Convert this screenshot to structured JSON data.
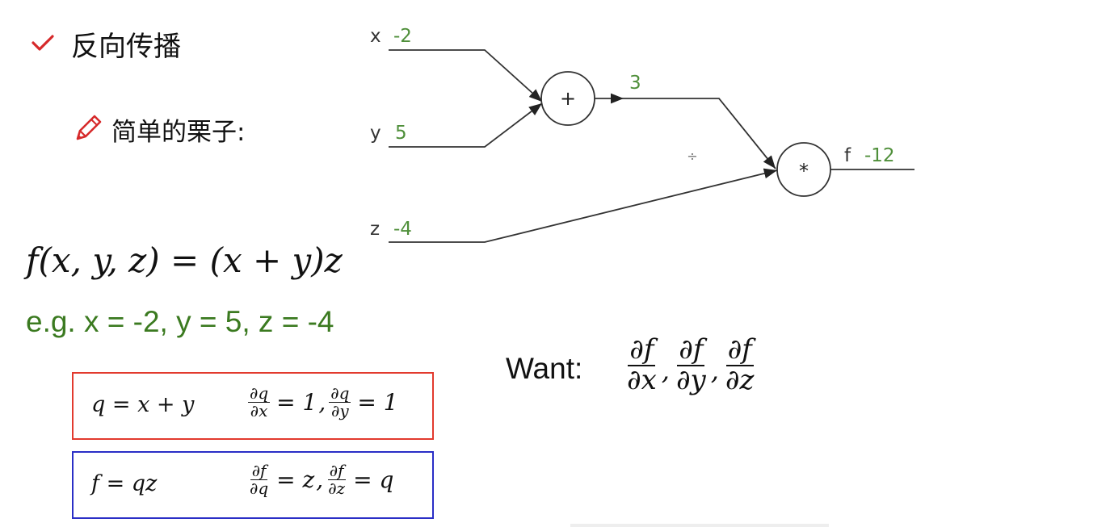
{
  "heading": {
    "text": "反向传播"
  },
  "subheading": {
    "text": "简单的栗子:"
  },
  "graph": {
    "inputs": [
      {
        "name": "x",
        "value": "-2"
      },
      {
        "name": "y",
        "value": "5"
      },
      {
        "name": "z",
        "value": "-4"
      }
    ],
    "add_node": {
      "symbol": "+",
      "value": "3"
    },
    "mul_node": {
      "symbol": "*"
    },
    "output": {
      "name": "f",
      "value": "-12"
    },
    "cursor_symbol": "÷"
  },
  "formula": {
    "text": "f(x, y, z) = (x + y)z"
  },
  "example": {
    "text": "e.g. x = -2, y = 5, z = -4"
  },
  "want": {
    "label": "Want:",
    "items": [
      {
        "num": "∂f",
        "den": "∂x"
      },
      {
        "num": "∂f",
        "den": "∂y"
      },
      {
        "num": "∂f",
        "den": "∂z"
      }
    ],
    "separator": ","
  },
  "box_add": {
    "lhs": "q = x + y",
    "derivs": [
      {
        "num": "∂q",
        "den": "∂x",
        "rhs": "= 1"
      },
      {
        "num": "∂q",
        "den": "∂y",
        "rhs": "= 1"
      }
    ],
    "separator": ","
  },
  "box_mul": {
    "lhs": "f = qz",
    "derivs": [
      {
        "num": "∂f",
        "den": "∂q",
        "rhs": "= z"
      },
      {
        "num": "∂f",
        "den": "∂z",
        "rhs": "= q"
      }
    ],
    "separator": ","
  },
  "colors": {
    "green": "#3b7a20",
    "value_green": "#4f8f3a",
    "red_box": "#e23a2e",
    "blue_box": "#2a2ec6",
    "icon_red": "#d6292a"
  }
}
